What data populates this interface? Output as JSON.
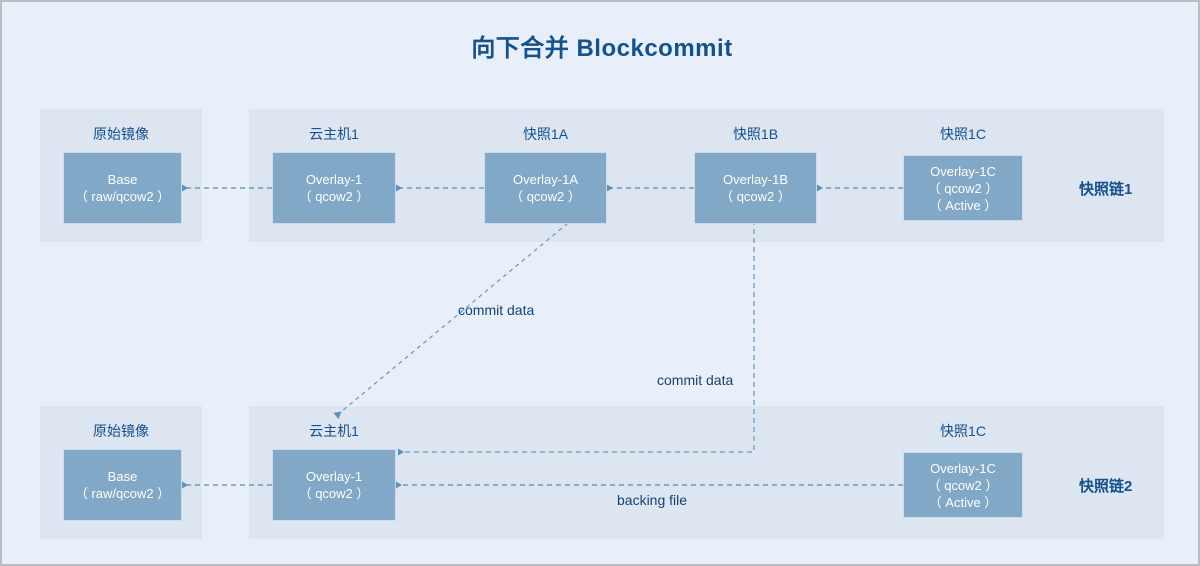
{
  "title": "向下合并 Blockcommit",
  "colors": {
    "page_background": "#e9eff8",
    "band_background": "#dde5f0",
    "node_fill": "#81a8c6",
    "node_border": "#cddced",
    "title_color": "#11528f",
    "caption_color": "#13518c",
    "wire_color": "#6b9cc4",
    "frame_border": "#b9bcc0"
  },
  "chains": [
    {
      "name": "快照链1",
      "captions": {
        "base": "原始镜像",
        "vm": "云主机1",
        "snap_a": "快照1A",
        "snap_b": "快照1B",
        "snap_c": "快照1C"
      },
      "nodes": [
        {
          "id": "base1",
          "lines": [
            "Base",
            "（ raw/qcow2 ）"
          ]
        },
        {
          "id": "overlay1",
          "lines": [
            "Overlay-1",
            "（ qcow2 ）"
          ]
        },
        {
          "id": "overlay1a",
          "lines": [
            "Overlay-1A",
            "（ qcow2 ）"
          ]
        },
        {
          "id": "overlay1b",
          "lines": [
            "Overlay-1B",
            "（ qcow2 ）"
          ]
        },
        {
          "id": "overlay1c",
          "lines": [
            "Overlay-1C",
            "（ qcow2 ）",
            "（ Active ）"
          ]
        }
      ]
    },
    {
      "name": "快照链2",
      "captions": {
        "base": "原始镜像",
        "vm": "云主机1",
        "snap_c": "快照1C"
      },
      "nodes": [
        {
          "id": "base2",
          "lines": [
            "Base",
            "（ raw/qcow2 ）"
          ]
        },
        {
          "id": "overlay1_b2",
          "lines": [
            "Overlay-1",
            "（ qcow2 ）"
          ]
        },
        {
          "id": "overlay1c_b2",
          "lines": [
            "Overlay-1C",
            "（ qcow2 ）",
            "（ Active ）"
          ]
        }
      ]
    }
  ],
  "edge_labels": {
    "commit_data_a": "commit data",
    "commit_data_b": "commit data",
    "backing_file": "backing file"
  }
}
